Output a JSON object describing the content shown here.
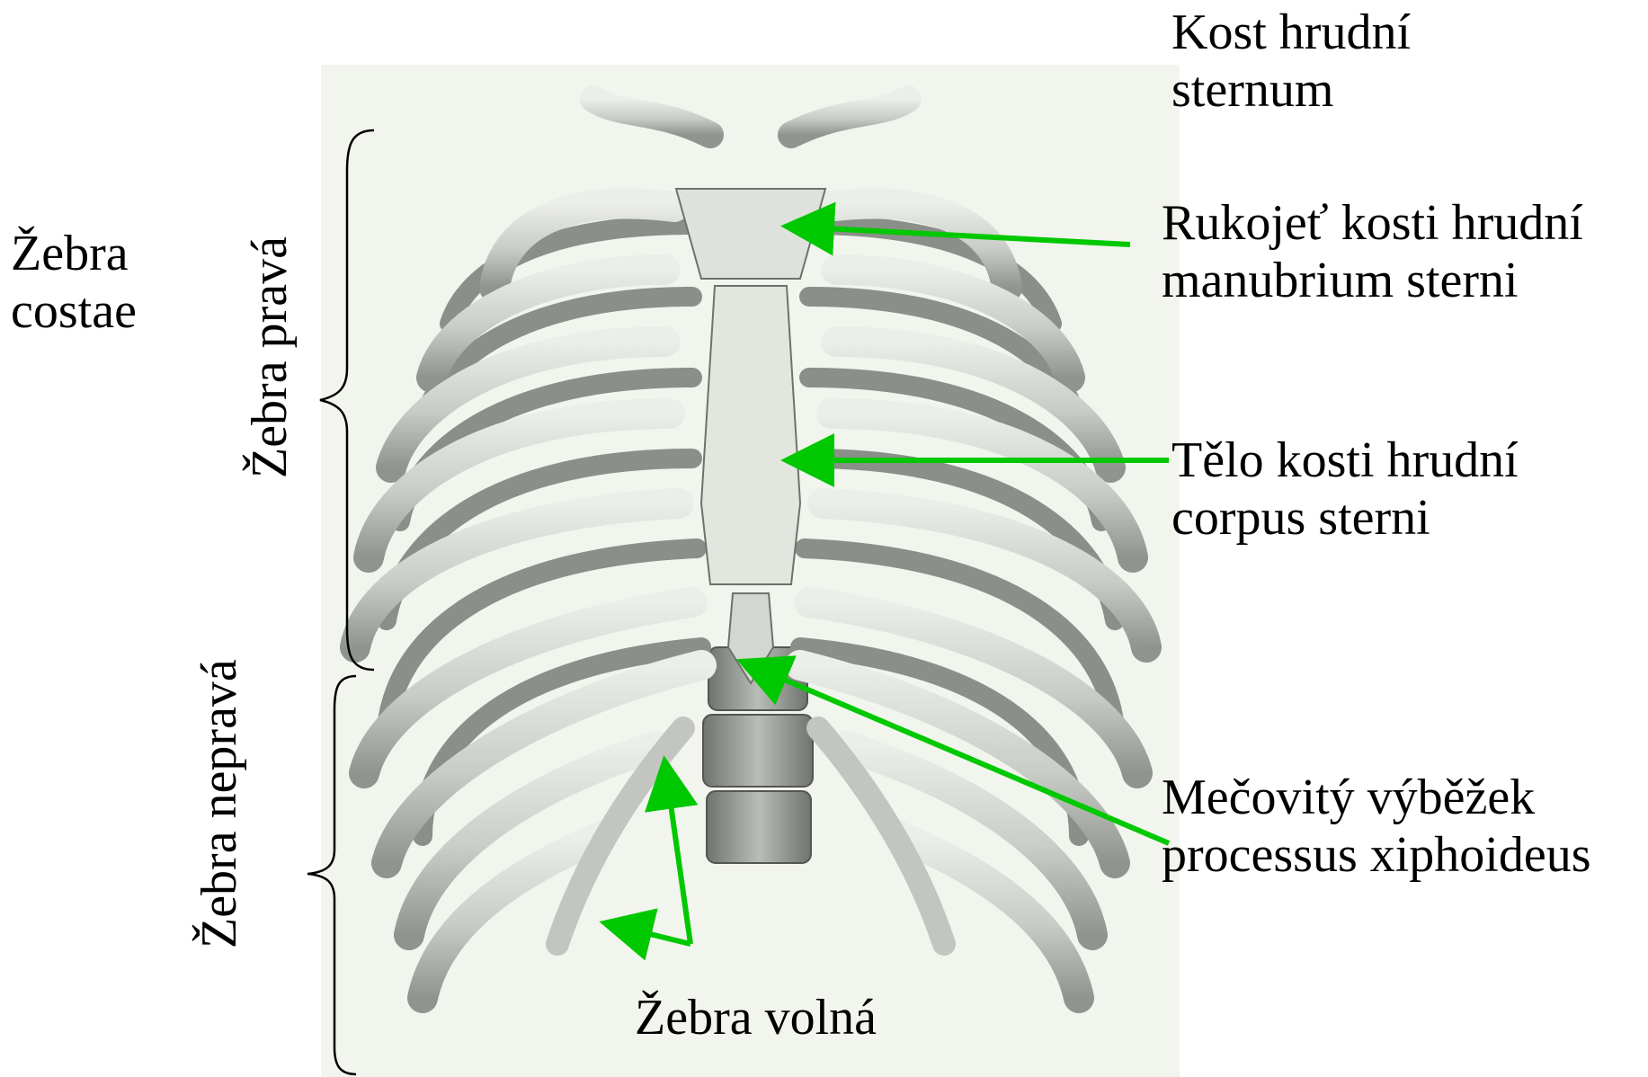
{
  "labels": {
    "sternum": [
      "Kost hrudní",
      "sternum"
    ],
    "manubrium": [
      "Rukojeť kosti hrudní",
      "manubrium sterni"
    ],
    "corpus": [
      "Tělo kosti hrudní",
      "corpus sterni"
    ],
    "xiphoid": [
      "Mečovitý výběžek",
      "processus xiphoideus"
    ],
    "costae": [
      "Žebra",
      "costae"
    ],
    "true_ribs": "Žebra pravá",
    "false_ribs": "Žebra nepravá",
    "floating_ribs": "Žebra volná"
  },
  "colors": {
    "arrow": "#00c800",
    "bone": "#d9dcd6",
    "bone_shadow": "#8e938d",
    "background_panel": "#f2f4ee"
  }
}
